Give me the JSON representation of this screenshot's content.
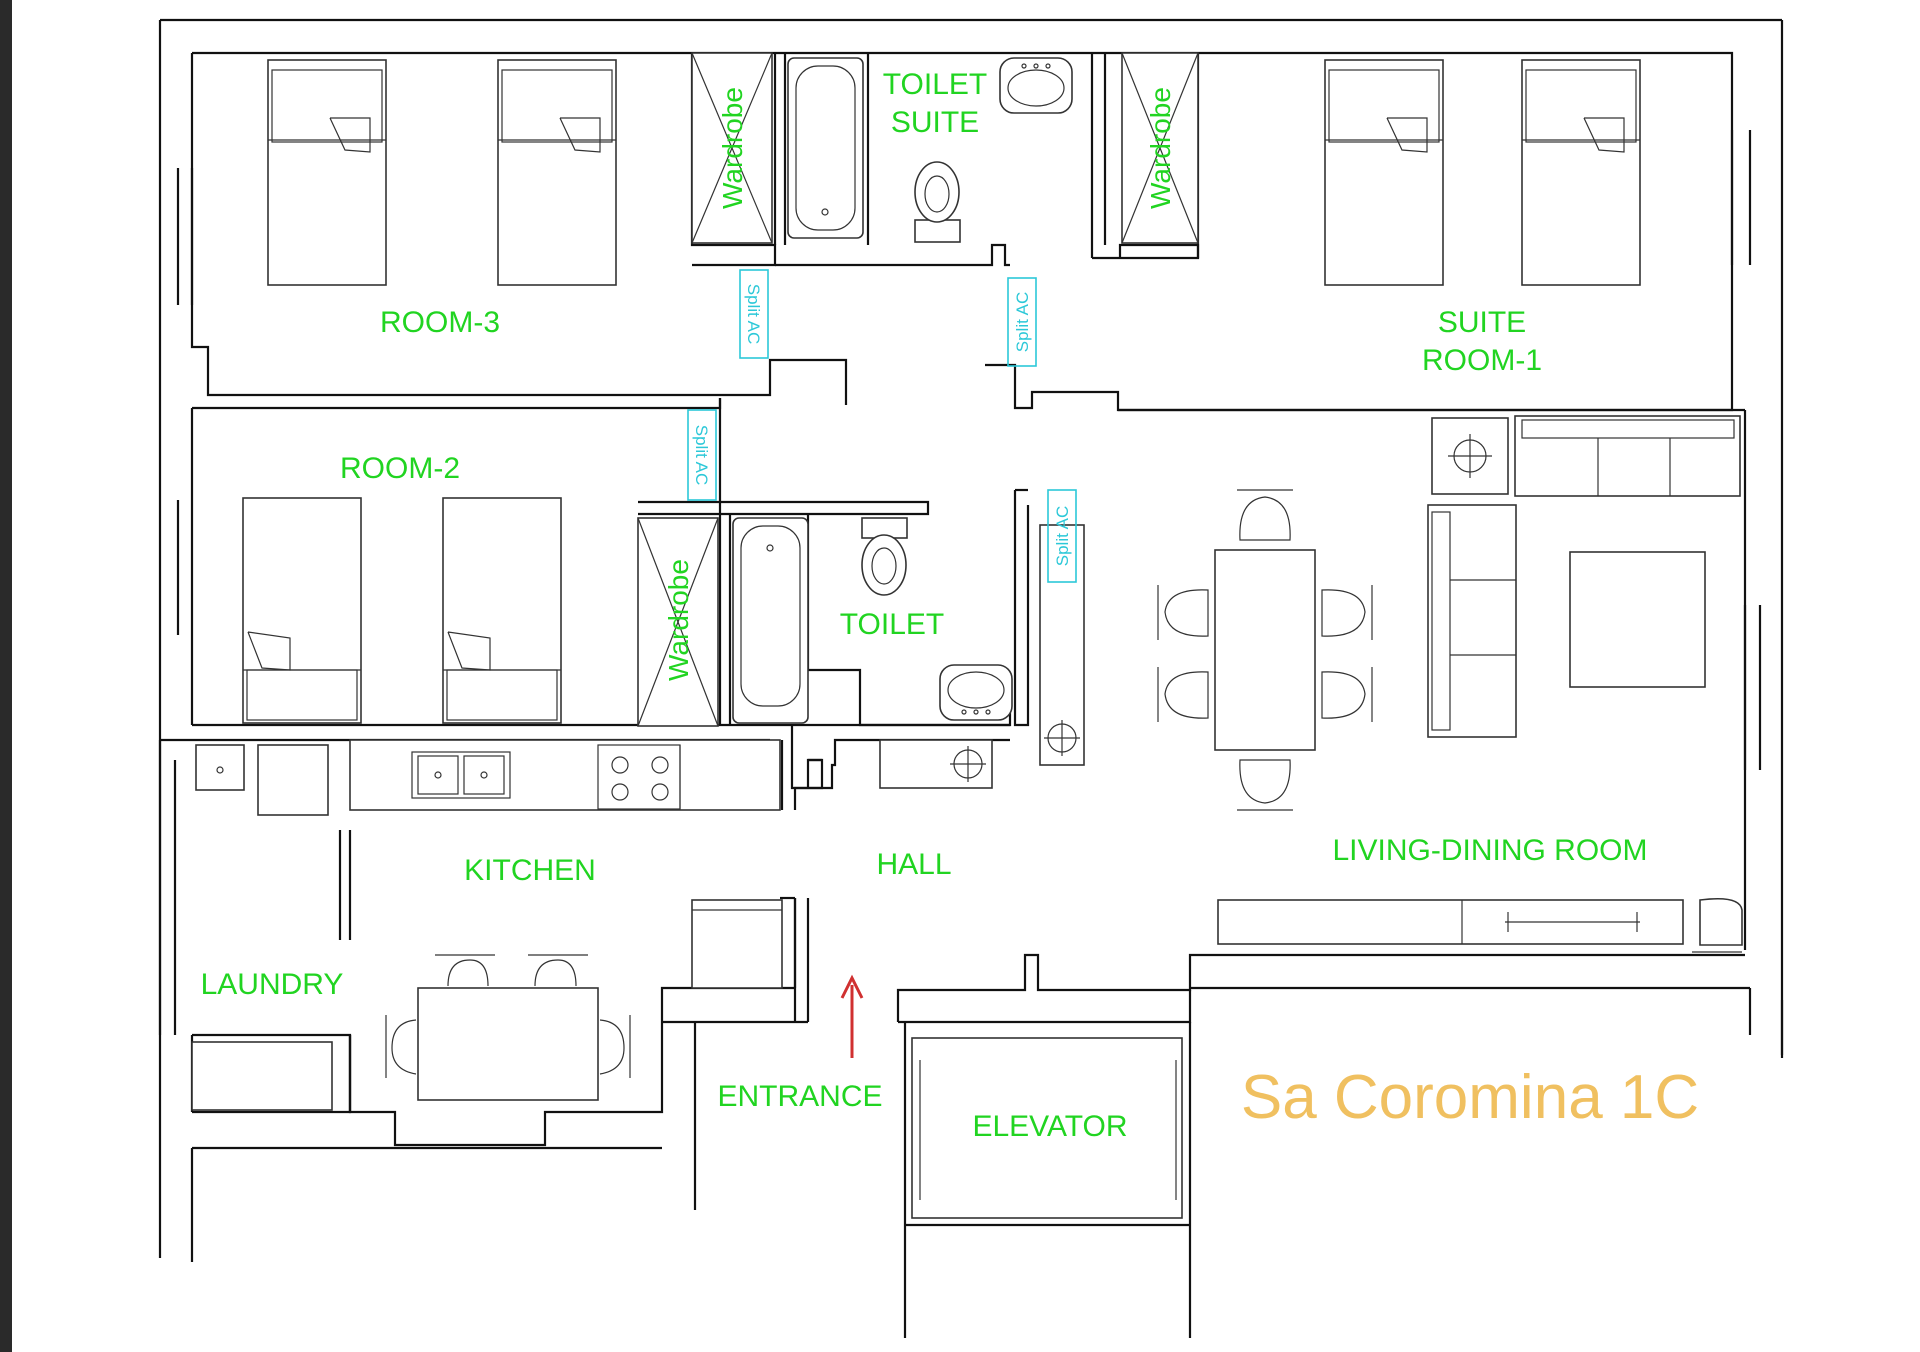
{
  "rooms": {
    "room_3": "ROOM-3",
    "room_2": "ROOM-2",
    "toilet_suite_line1": "TOILET",
    "toilet_suite_line2": "SUITE",
    "suite_room_line1": "SUITE",
    "suite_room_line2": "ROOM-1",
    "toilet": "TOILET",
    "kitchen": "KITCHEN",
    "hall": "HALL",
    "living_dining": "LIVING-DINING ROOM",
    "laundry": "LAUNDRY",
    "entrance": "ENTRANCE",
    "elevator": "ELEVATOR"
  },
  "fixtures": {
    "wardrobe": "Wardrobe",
    "split_ac": "Split AC"
  },
  "title": "Sa Coromina 1C",
  "colors": {
    "room_label": "#21d421",
    "ac_label": "#2cc8d8",
    "title": "#f0c060",
    "entrance_arrow": "#d03030",
    "walls": "#111111",
    "frame_edge": "#2a2a2a"
  }
}
